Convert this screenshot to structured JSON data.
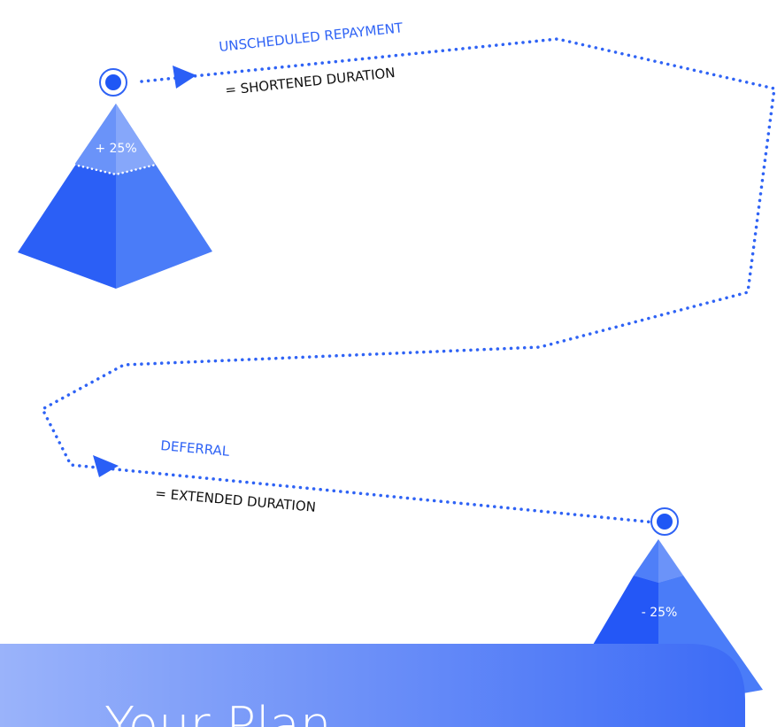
{
  "labels": {
    "repayment_title": "UNSCHEDULED REPAYMENT",
    "repayment_effect": "= SHORTENED DURATION",
    "deferral_title": "DEFERRAL",
    "deferral_effect": "= EXTENDED DURATION"
  },
  "pyramids": {
    "top_percent": "+ 25%",
    "bottom_percent": "- 25%"
  },
  "panel": {
    "title": "Your Plan"
  },
  "colors": {
    "accent": "#2f63f5",
    "pyramid_dark": "#2b5ff6",
    "pyramid_light": "#4a7cf8",
    "pyramid_pale": "#a9c0fb",
    "panel_gradient_start": "#98b2fa",
    "panel_gradient_end": "#3f6ef6"
  }
}
